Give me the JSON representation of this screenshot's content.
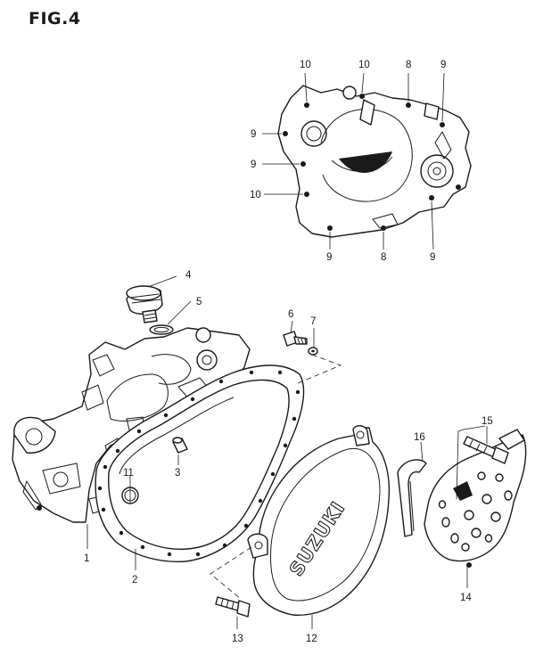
{
  "figure": {
    "title": "FIG.4"
  },
  "callouts": {
    "c1": "1",
    "c2": "2",
    "c3": "3",
    "c4": "4",
    "c5": "5",
    "c6": "6",
    "c7": "7",
    "c11": "11",
    "c12": "12",
    "c13": "13",
    "c14": "14",
    "c15": "15",
    "c16": "16",
    "inset_10a": "10",
    "inset_10b": "10",
    "inset_8a": "8",
    "inset_9a": "9",
    "inset_9b": "9",
    "inset_9c": "9",
    "inset_10c": "10",
    "inset_9d": "9",
    "inset_8b": "8",
    "inset_9e": "9"
  },
  "cover_brand": "SUZUKI"
}
